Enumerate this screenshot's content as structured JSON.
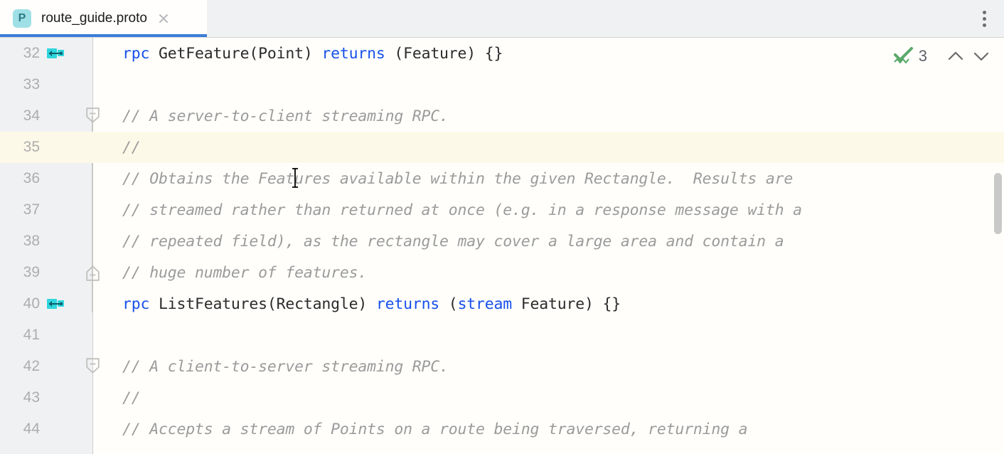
{
  "tab": {
    "icon_letter": "P",
    "icon_name": "proto-file-icon",
    "title": "route_guide.proto",
    "close_icon": "close-icon",
    "accent_color": "#3b7dd8",
    "icon_bg": "#9fe0e6"
  },
  "tabbar": {
    "overflow_menu_icon": "more-vertical-icon"
  },
  "editor": {
    "language": "protobuf",
    "current_line": 35,
    "comment_color": "#9b9b9b",
    "keyword_color": "#1750eb",
    "caret_line_color": "#fdf9e8",
    "first_visible_line": 32,
    "last_visible_line": 44,
    "lines": [
      {
        "number": "32",
        "gutter_marker": "grpc-endpoint-icon",
        "fold": "",
        "tokens": [
          {
            "t": "rpc",
            "c": "kw"
          },
          {
            "t": " GetFeature(Point) ",
            "c": ""
          },
          {
            "t": "returns",
            "c": "kw"
          },
          {
            "t": " (Feature) {}",
            "c": ""
          }
        ]
      },
      {
        "number": "33",
        "gutter_marker": "",
        "fold": "",
        "tokens": []
      },
      {
        "number": "34",
        "gutter_marker": "",
        "fold": "collapse-down",
        "tokens": [
          {
            "t": "// A server-to-client streaming RPC.",
            "c": "cmt"
          }
        ]
      },
      {
        "number": "35",
        "gutter_marker": "",
        "fold": "",
        "current": true,
        "tokens": [
          {
            "t": "//",
            "c": "cmt"
          }
        ]
      },
      {
        "number": "36",
        "gutter_marker": "",
        "fold": "",
        "tokens": [
          {
            "t": "// Obtains the Features available within the given Rectangle.  Results are",
            "c": "cmt"
          }
        ]
      },
      {
        "number": "37",
        "gutter_marker": "",
        "fold": "",
        "tokens": [
          {
            "t": "// streamed rather than returned at once (e.g. in a response message with a",
            "c": "cmt"
          }
        ]
      },
      {
        "number": "38",
        "gutter_marker": "",
        "fold": "",
        "tokens": [
          {
            "t": "// repeated field), as the rectangle may cover a large area and contain a",
            "c": "cmt"
          }
        ]
      },
      {
        "number": "39",
        "gutter_marker": "",
        "fold": "collapse-up",
        "tokens": [
          {
            "t": "// huge number of features.",
            "c": "cmt"
          }
        ]
      },
      {
        "number": "40",
        "gutter_marker": "grpc-endpoint-icon",
        "fold": "",
        "tokens": [
          {
            "t": "rpc",
            "c": "kw"
          },
          {
            "t": " ListFeatures(Rectangle) ",
            "c": ""
          },
          {
            "t": "returns",
            "c": "kw"
          },
          {
            "t": " (",
            "c": ""
          },
          {
            "t": "stream",
            "c": "kw"
          },
          {
            "t": " Feature) {}",
            "c": ""
          }
        ]
      },
      {
        "number": "41",
        "gutter_marker": "",
        "fold": "",
        "tokens": []
      },
      {
        "number": "42",
        "gutter_marker": "",
        "fold": "collapse-down",
        "tokens": [
          {
            "t": "// A client-to-server streaming RPC.",
            "c": "cmt"
          }
        ]
      },
      {
        "number": "43",
        "gutter_marker": "",
        "fold": "",
        "tokens": [
          {
            "t": "//",
            "c": "cmt"
          }
        ]
      },
      {
        "number": "44",
        "gutter_marker": "",
        "fold": "",
        "tokens": [
          {
            "t": "// Accepts a stream of Points on a route being traversed, returning a",
            "c": "cmt"
          }
        ]
      }
    ]
  },
  "inspections": {
    "status_icon": "checkmark-ok-icon",
    "count": "3",
    "prev_icon": "chevron-up-icon",
    "next_icon": "chevron-down-icon",
    "status_color": "#5aa96b"
  },
  "scrollbar": {
    "name": "vertical-scrollbar"
  }
}
